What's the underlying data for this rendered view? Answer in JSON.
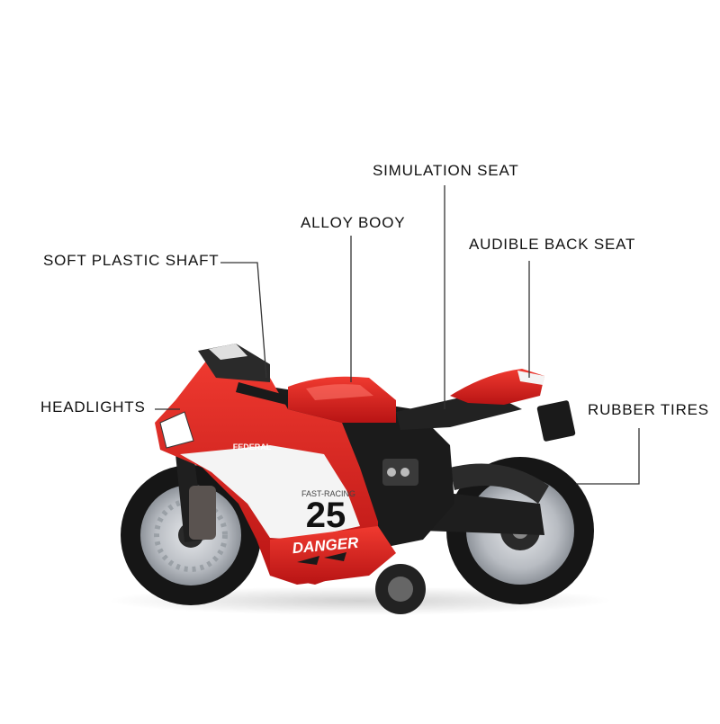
{
  "callouts": {
    "simulation_seat": "SIMULATION SEAT",
    "alloy_body": "ALLOY BOOY",
    "audible_back_seat": "AUDIBLE BACK SEAT",
    "soft_plastic_shaft": "SOFT PLASTIC SHAFT",
    "headlights": "HEADLIGHTS",
    "rubber_tires": "RUBBER TIRES"
  },
  "motorcycle": {
    "race_number": "25",
    "side_text": "DANGER",
    "tank_text": "FAST-RACING",
    "brand_text": "FEDERAL"
  },
  "colors": {
    "body_red": "#d42020",
    "trim_white": "#f4f4f4",
    "frame_black": "#1e1e1e",
    "rim_silver": "#b8bcc2"
  }
}
